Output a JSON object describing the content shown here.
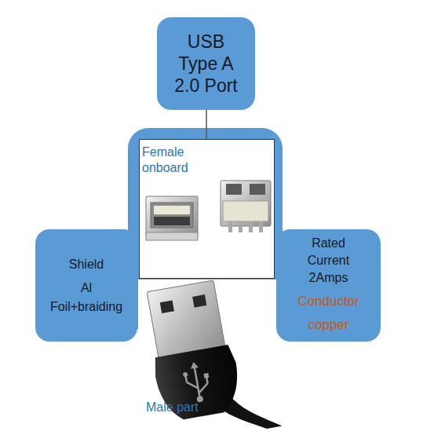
{
  "diagram": {
    "nodes": [
      {
        "text": [
          "USB Type A 2.0 Port"
        ]
      },
      {
        "text": [
          "Female onboard"
        ]
      },
      {
        "text": [
          "Shield",
          "Al Foil+braiding"
        ]
      },
      {
        "text": [
          "Rated Current 2Amps",
          "Conductor copper"
        ]
      }
    ],
    "edges": [
      {
        "from": 0,
        "to": 1,
        "arrow": "none"
      }
    ],
    "labels": [
      "Male part"
    ]
  }
}
